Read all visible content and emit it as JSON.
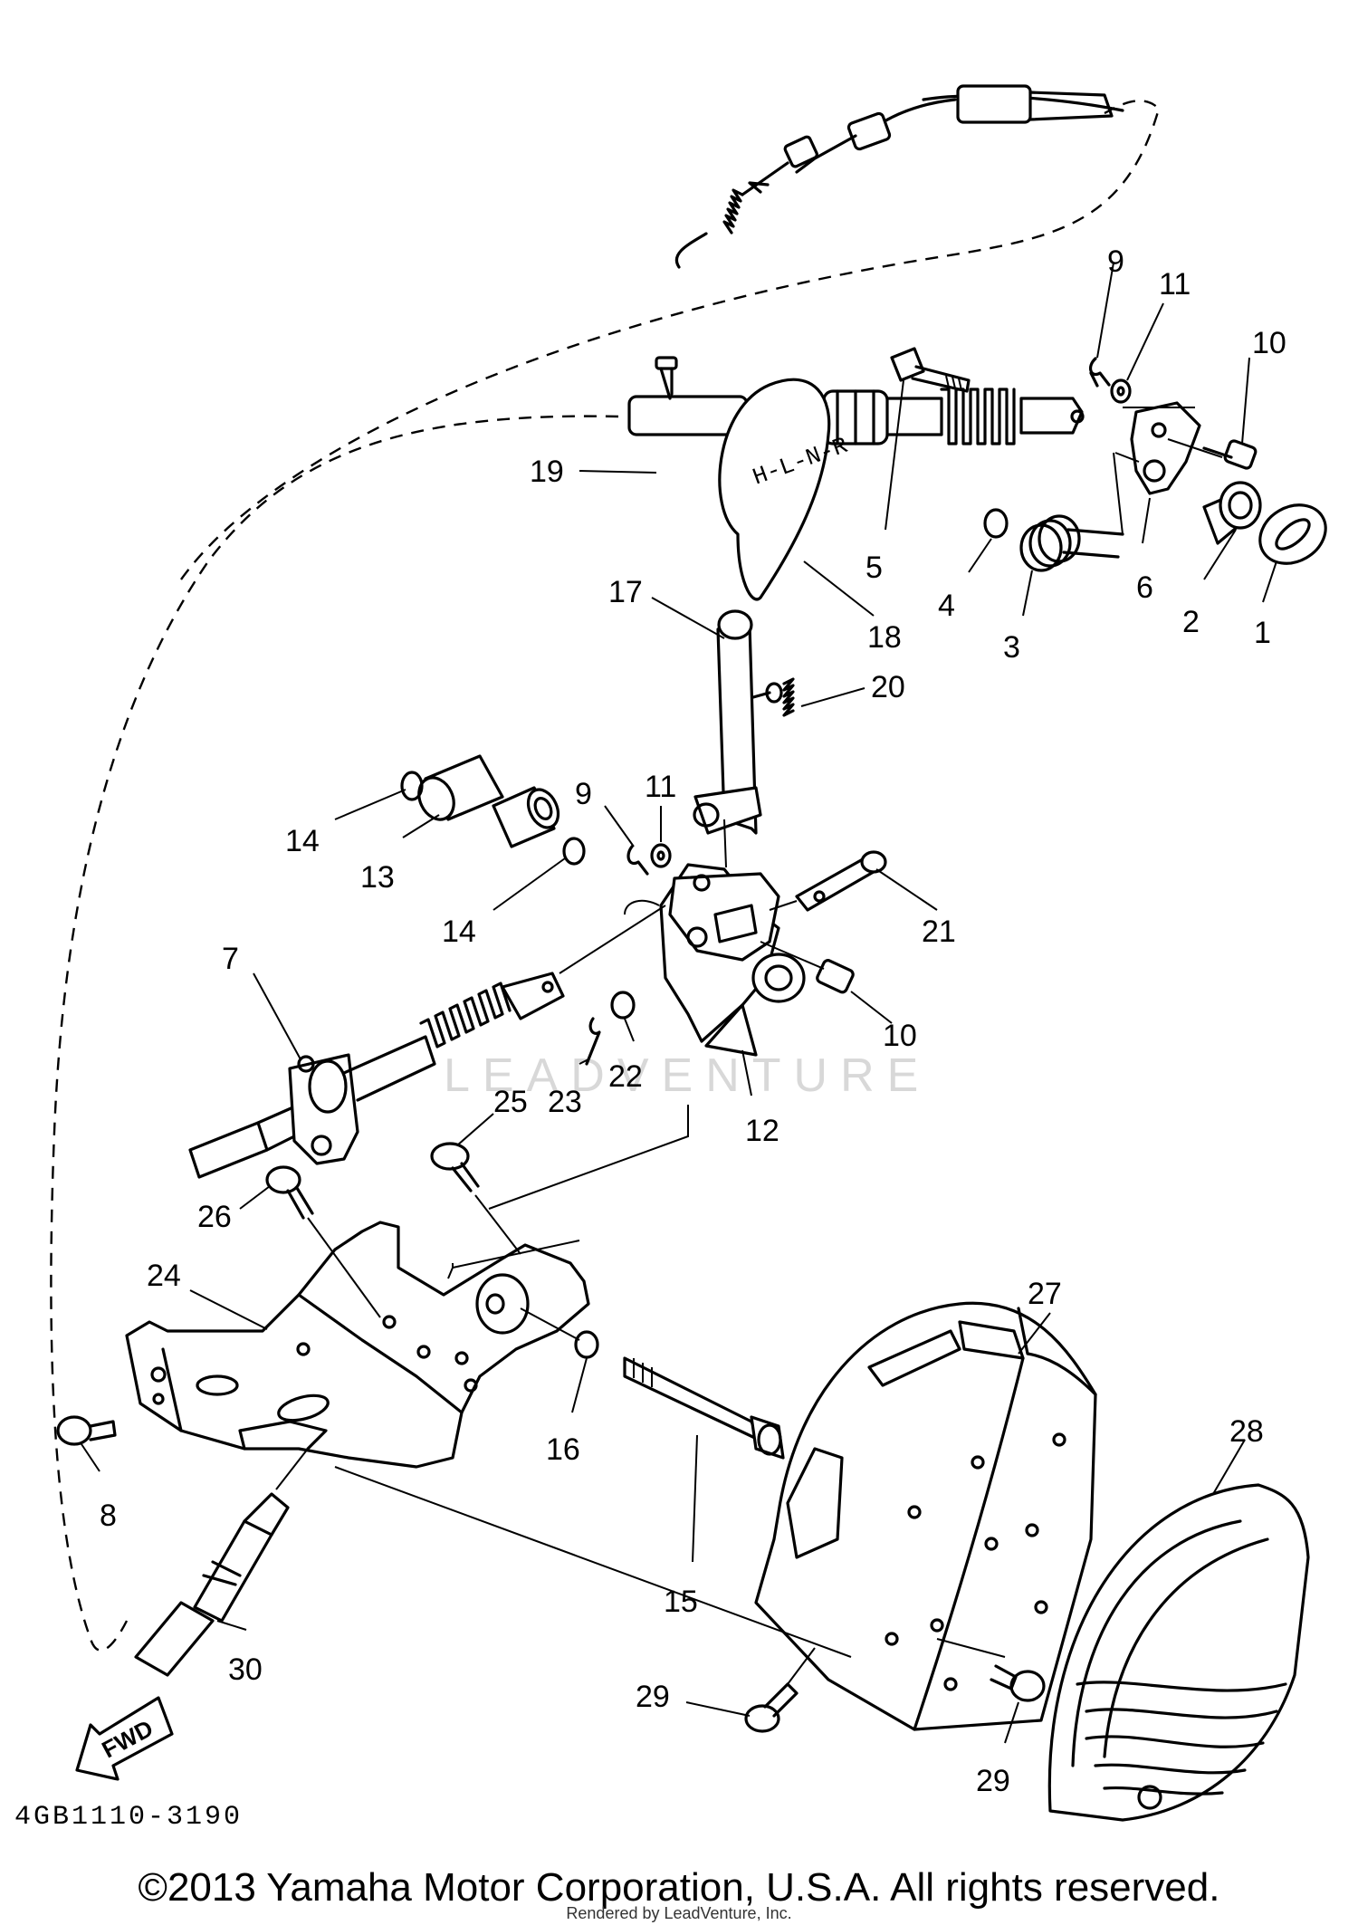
{
  "callouts": [
    {
      "id": "1",
      "label": "1"
    },
    {
      "id": "2",
      "label": "2"
    },
    {
      "id": "3",
      "label": "3"
    },
    {
      "id": "4",
      "label": "4"
    },
    {
      "id": "5",
      "label": "5"
    },
    {
      "id": "6",
      "label": "6"
    },
    {
      "id": "7",
      "label": "7"
    },
    {
      "id": "8",
      "label": "8"
    },
    {
      "id": "9a",
      "label": "9"
    },
    {
      "id": "9b",
      "label": "9"
    },
    {
      "id": "10a",
      "label": "10"
    },
    {
      "id": "10b",
      "label": "10"
    },
    {
      "id": "11a",
      "label": "11"
    },
    {
      "id": "11b",
      "label": "11"
    },
    {
      "id": "12",
      "label": "12"
    },
    {
      "id": "13",
      "label": "13"
    },
    {
      "id": "14a",
      "label": "14"
    },
    {
      "id": "14b",
      "label": "14"
    },
    {
      "id": "15",
      "label": "15"
    },
    {
      "id": "16",
      "label": "16"
    },
    {
      "id": "17",
      "label": "17"
    },
    {
      "id": "18",
      "label": "18"
    },
    {
      "id": "19",
      "label": "19"
    },
    {
      "id": "20",
      "label": "20"
    },
    {
      "id": "21",
      "label": "21"
    },
    {
      "id": "22",
      "label": "22"
    },
    {
      "id": "23",
      "label": "23"
    },
    {
      "id": "24",
      "label": "24"
    },
    {
      "id": "25",
      "label": "25"
    },
    {
      "id": "26",
      "label": "26"
    },
    {
      "id": "27",
      "label": "27"
    },
    {
      "id": "28",
      "label": "28"
    },
    {
      "id": "29a",
      "label": "29"
    },
    {
      "id": "29b",
      "label": "29"
    },
    {
      "id": "30",
      "label": "30"
    }
  ],
  "fwd_label": "FWD",
  "knob_pattern": "H-L-N-R",
  "watermark": "LEADVENTURE",
  "diagram_code": "4GB1110-3190",
  "copyright": "©2013 Yamaha Motor Corporation, U.S.A. All rights reserved.",
  "rendered_by": "Rendered by LeadVenture, Inc."
}
